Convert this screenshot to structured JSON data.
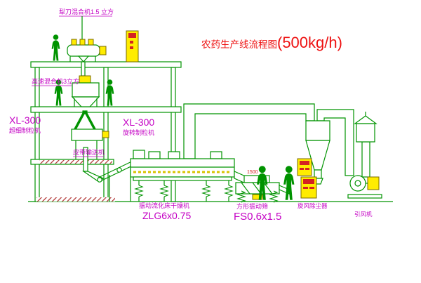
{
  "title": {
    "main": "农药生产线流程图",
    "capacity": "(500kg/h)"
  },
  "labels": {
    "plow_mixer": "犁刀混合机1.5 立方",
    "high_speed_mixer": "高速混合机3立方",
    "granulator_left_model": "XL-300",
    "granulator_left_name": "超细制粒机",
    "granulator_mid_model": "XL-300",
    "granulator_mid_name": "旋转制粒机",
    "belt_conveyor": "皮带输送机",
    "dryer_name": "振动流化床干燥机",
    "dryer_model": "ZLG6x0.75",
    "sieve_name": "方形振动筛",
    "sieve_model": "FS0.6x1.5",
    "sieve_dim": "1500",
    "cyclone": "旋风除尘器",
    "fan": "引风机"
  },
  "colors": {
    "line_green": "#009300",
    "label_magenta": "#c400c4",
    "title_red": "#ee1111",
    "cabinet_yellow": "#ffec00",
    "hatch_red": "#b03030",
    "background": "#ffffff"
  }
}
